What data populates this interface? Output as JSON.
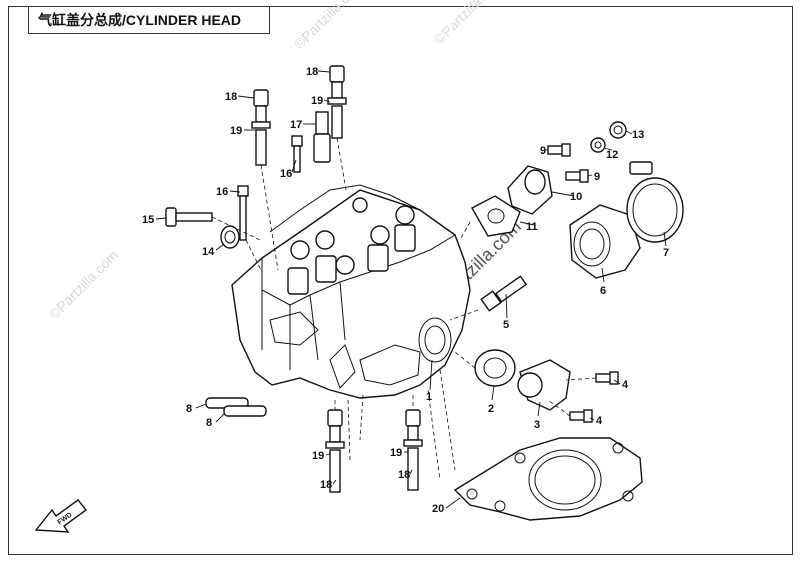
{
  "title": "气缸盖分总成/CYLINDER HEAD",
  "watermark": "©Partzilla.com",
  "fwd_label": "FWD",
  "callouts": {
    "c1": "1",
    "c2": "2",
    "c3": "3",
    "c4a": "4",
    "c4b": "4",
    "c5": "5",
    "c6": "6",
    "c7": "7",
    "c8a": "8",
    "c8b": "8",
    "c9a": "9",
    "c9b": "9",
    "c10": "10",
    "c11": "11",
    "c12": "12",
    "c13": "13",
    "c14": "14",
    "c15": "15",
    "c16a": "16",
    "c16b": "16",
    "c17": "17",
    "c18a": "18",
    "c18b": "18",
    "c18c": "18",
    "c18d": "18",
    "c19a": "19",
    "c19b": "19",
    "c19c": "19",
    "c19d": "19",
    "c20": "20"
  }
}
